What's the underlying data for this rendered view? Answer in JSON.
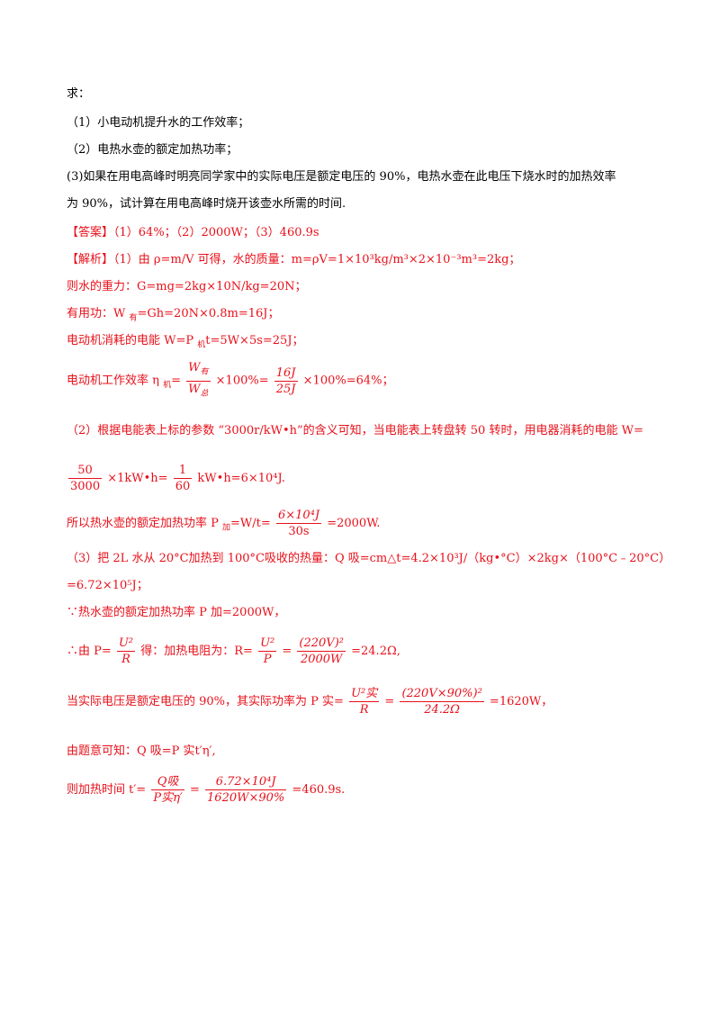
{
  "question": {
    "ask": "求：",
    "q1": "（1）小电动机提升水的工作效率；",
    "q2": "（2）电热水壶的额定加热功率；",
    "q3_line1": "(3)如果在用电高峰时明亮同学家中的实际电压是额定电压的 90%，电热水壶在此电压下烧水时的加热效率",
    "q3_line2": "为 90%，试计算在用电高峰时烧开该壶水所需的时间."
  },
  "answer": {
    "label": "【答案】",
    "text": "（1）64%；（2）2000W；（3）460.9s"
  },
  "analysis": {
    "label": "【解析】",
    "l1": "（1）由 ρ=m/V 可得，水的质量：m=ρV=1×10³kg/m³×2×10⁻³m³=2kg；",
    "l2": "则水的重力：G=mg=2kg×10N/kg=20N；",
    "l3_pre": "有用功：W ",
    "l3_sub": "有",
    "l3_post": "=Gh=20N×0.8m=16J；",
    "l4_pre": "电动机消耗的电能 W=P ",
    "l4_sub": "机",
    "l4_post": "t=5W×5s=25J；",
    "l5_pre": "电动机工作效率 η ",
    "l5_sub": "机",
    "l5_eq": "=",
    "l5_f1_num": "W",
    "l5_f1_num_sub": "有",
    "l5_f1_den": "W",
    "l5_f1_den_sub": "总",
    "l5_mid": "×100%=",
    "l5_f2_num": "16J",
    "l5_f2_den": "25J",
    "l5_post": "×100%=64%；",
    "p2_l1": "（2）根据电能表上标的参数 “3000r/kW•h”的含义可知，当电能表上转盘转 50 转时，用电器消耗的电能 W=",
    "p2_f1_num": "50",
    "p2_f1_den": "3000",
    "p2_mid": "×1kW•h=",
    "p2_f2_num": "1",
    "p2_f2_den": "60",
    "p2_post": "kW•h=6×10⁴J.",
    "p2_l3_pre": "所以热水壶的额定加热功率 P ",
    "p2_l3_sub": "加",
    "p2_l3_mid": "=W/t=",
    "p2_l3_num": "6×10⁴J",
    "p2_l3_den": "30s",
    "p2_l3_post": "=2000W.",
    "p3_l1": "（3）把 2L 水从 20°C加热到 100°C吸收的热量：Q 吸=cm△t=4.2×10³J/（kg•°C）×2kg×（100°C﹣20°C）",
    "p3_l2": "=6.72×10⁵J；",
    "p3_l3": "∵热水壶的额定加热功率 P 加=2000W，",
    "p3_l4_pre": "∴由 P=",
    "p3_l4_f1_num": "U²",
    "p3_l4_f1_den": "R",
    "p3_l4_mid1": "得：加热电阻为：R=",
    "p3_l4_f2_num": "U²",
    "p3_l4_f2_den": "P",
    "p3_l4_eq": "=",
    "p3_l4_f3_num": "(220V)²",
    "p3_l4_f3_den": "2000W",
    "p3_l4_post": "=24.2Ω,",
    "p3_l5_pre": "当实际电压是额定电压的 90%，其实际功率为 P 实=",
    "p3_l5_f1_num": "U²实",
    "p3_l5_f1_den": "R",
    "p3_l5_eq": "=",
    "p3_l5_f2_num": "(220V×90%)²",
    "p3_l5_f2_den": "24.2Ω",
    "p3_l5_post": "=1620W，",
    "p3_l6": "由题意可知：Q 吸=P 实t′η′,",
    "p3_l7_pre": "则加热时间 t′=",
    "p3_l7_f1_num": "Q吸",
    "p3_l7_f1_den": "P实η′",
    "p3_l7_eq": "=",
    "p3_l7_f2_num": "6.72×10⁴J",
    "p3_l7_f2_den": "1620W×90%",
    "p3_l7_post": "=460.9s."
  }
}
